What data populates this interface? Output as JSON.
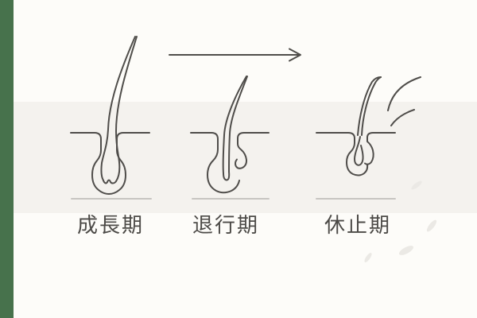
{
  "diagram": {
    "stages": [
      {
        "label": "成長期"
      },
      {
        "label": "退行期"
      },
      {
        "label": "休止期"
      }
    ],
    "colors": {
      "accent_bar": "#47724c",
      "background": "#fdfcf9",
      "skin_band": "#f4f2ee",
      "line": "#4f4d4a",
      "baseline": "#c7c5c1",
      "petal": "#ebe9e5",
      "label_text": "#4c4a47"
    }
  }
}
